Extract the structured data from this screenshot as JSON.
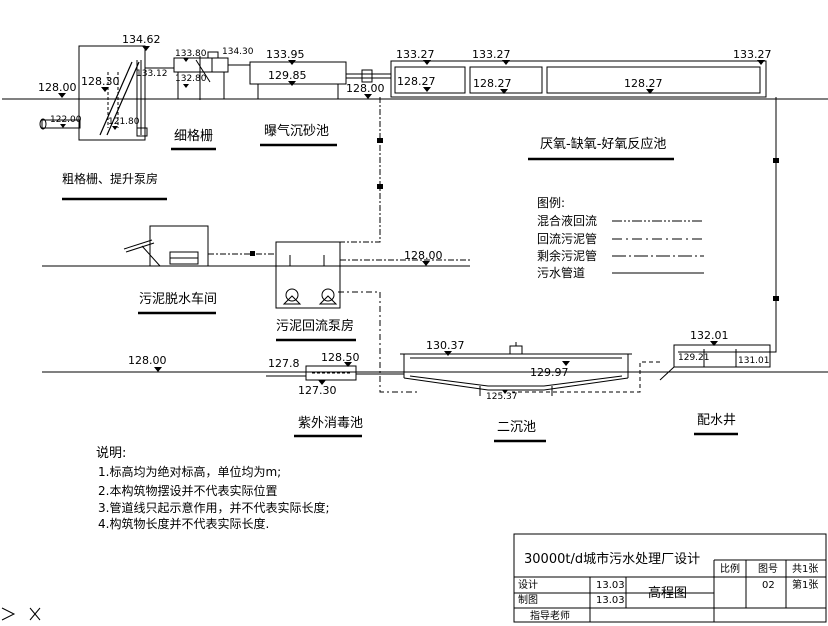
{
  "elevations": {
    "coarse_top": "134.62",
    "coarse_ground": "128.00",
    "coarse_water": "128.30",
    "coarse_inlet": "122.00",
    "coarse_pit": "121.80",
    "coarse_out": "133.12",
    "fine_in": "133.80",
    "fine_out": "134.30",
    "fine_bottom": "132.80",
    "grit_top": "133.95",
    "grit_water": "129.85",
    "grit_ground": "128.00",
    "aao_top_a": "133.27",
    "aao_top_b": "133.27",
    "aao_top_c": "133.27",
    "aao_w1": "128.27",
    "aao_w2": "128.27",
    "aao_w3": "128.27",
    "pump_ground": "128.00",
    "uv_ground": "128.00",
    "uv_in": "127.8",
    "uv_top": "128.50",
    "uv_bottom": "127.30",
    "clar_top": "130.37",
    "clar_water": "129.97",
    "clar_bottom": "125.37",
    "dist_top": "132.01",
    "dist_left": "129.21",
    "dist_right": "131.01"
  },
  "labels": {
    "coarse": "粗格栅、提升泵房",
    "fine": "细格栅",
    "grit": "曝气沉砂池",
    "aao": "厌氧-缺氧-好氧反应池",
    "dewater": "污泥脱水车间",
    "pump": "污泥回流泵房",
    "uv": "紫外消毒池",
    "clarifier": "二沉池",
    "distribution": "配水井"
  },
  "legend": {
    "title": "图例:",
    "items": [
      "混合液回流",
      "回流污泥管",
      "剩余污泥管",
      "污水管道"
    ]
  },
  "notes": {
    "title": "说明:",
    "items": [
      "1.标高均为绝对标高，单位均为m;",
      "2.本构筑物摆设并不代表实际位置",
      "3.管道线只起示意作用，并不代表实际长度;",
      "4.构筑物长度并不代表实际长度."
    ]
  },
  "title_block": {
    "project": "30000t/d城市污水处理厂设计",
    "design": "设计",
    "draw": "制图",
    "advisor": "指导老师",
    "date1": "13.03",
    "date2": "13.03",
    "drawing_name": "高程图",
    "scale": "比例",
    "sheet_no": "图号",
    "total": "共1张",
    "number": "02",
    "sheet": "第1张"
  }
}
